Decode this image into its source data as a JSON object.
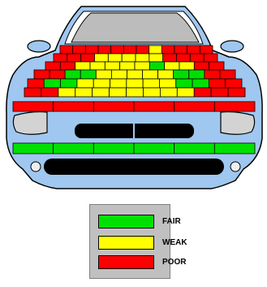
{
  "colors": {
    "fair": "#00e000",
    "weak": "#ffff00",
    "poor": "#ff0000",
    "body": "#9fc7ef",
    "outline": "#000000"
  },
  "grid": {
    "hood_rows": [
      [
        "poor",
        "poor",
        "poor",
        "poor",
        "poor",
        "poor",
        "poor",
        "weak",
        "poor",
        "poor",
        "poor",
        "poor"
      ],
      [
        "poor",
        "poor",
        "poor",
        "weak",
        "weak",
        "weak",
        "weak",
        "weak",
        "poor",
        "poor",
        "poor",
        "poor"
      ],
      [
        "poor",
        "poor",
        "weak",
        "weak",
        "weak",
        "weak",
        "weak",
        "fair",
        "weak",
        "weak",
        "poor",
        "poor"
      ],
      [
        "poor",
        "poor",
        "fair",
        "fair",
        "weak",
        "weak",
        "weak",
        "weak",
        "weak",
        "fair",
        "fair",
        "poor",
        "poor"
      ],
      [
        "poor",
        "fair",
        "fair",
        "weak",
        "weak",
        "weak",
        "weak",
        "weak",
        "weak",
        "fair",
        "fair",
        "poor",
        "poor"
      ],
      [
        "poor",
        "poor",
        "weak",
        "weak",
        "weak",
        "weak",
        "weak",
        "weak",
        "weak",
        "weak",
        "poor",
        "poor",
        "poor"
      ]
    ],
    "front_band": [
      "poor",
      "poor",
      "poor",
      "poor",
      "poor",
      "poor"
    ],
    "bumper_band": [
      "fair",
      "fair",
      "fair",
      "fair",
      "fair",
      "fair"
    ]
  },
  "legend": {
    "items": [
      {
        "key": "fair",
        "label": "FAIR"
      },
      {
        "key": "weak",
        "label": "WEAK"
      },
      {
        "key": "poor",
        "label": "POOR"
      }
    ]
  }
}
